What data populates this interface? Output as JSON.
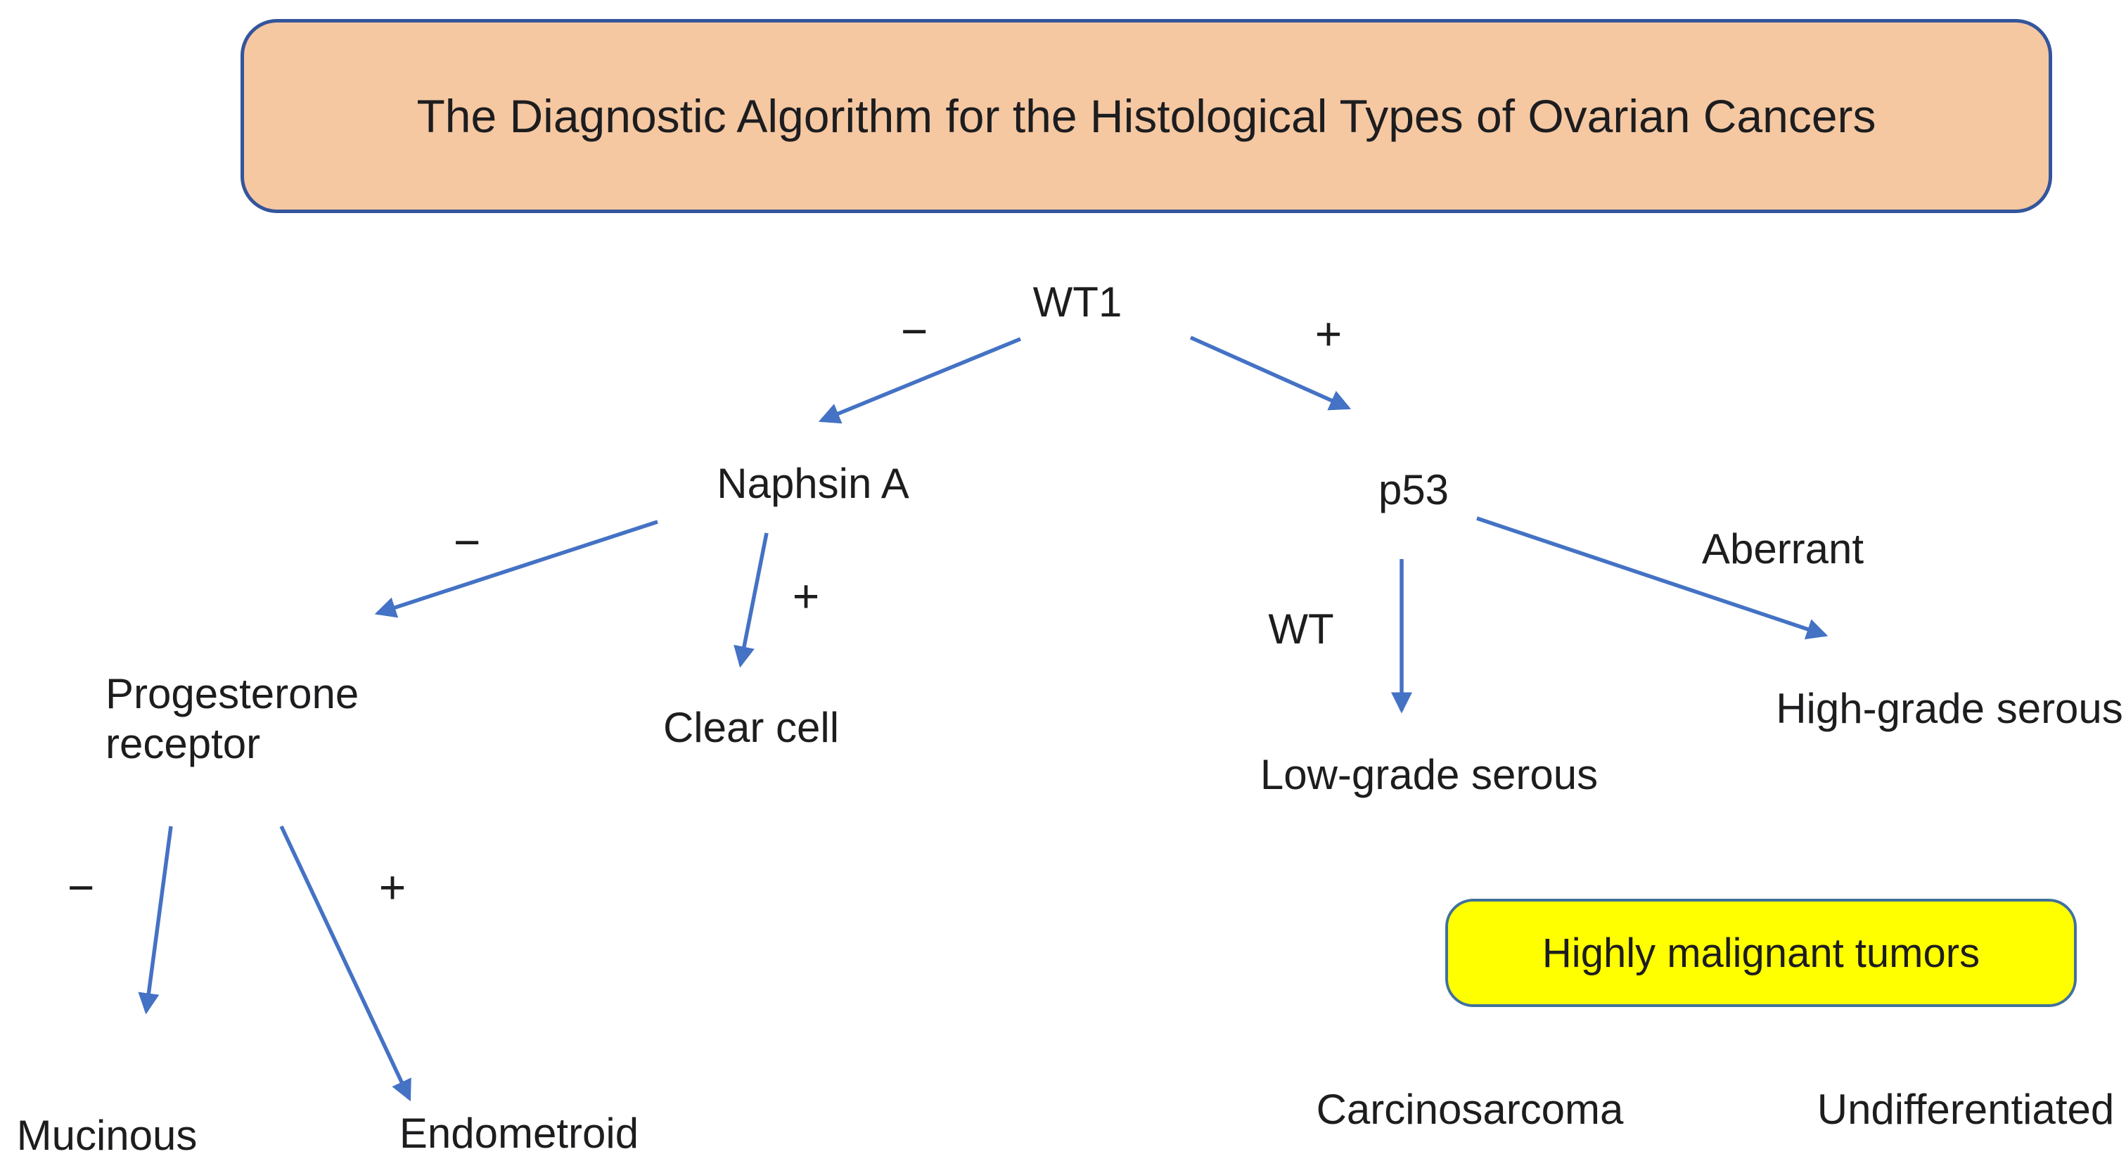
{
  "title_box": {
    "label": "The Diagnostic Algorithm for the Histological Types of Ovarian Cancers"
  },
  "nodes": {
    "wt1": {
      "label": "WT1"
    },
    "naphsin_a": {
      "label": "Naphsin A"
    },
    "p53": {
      "label": "p53"
    },
    "progesterone_receptor": {
      "line1": "Progesterone",
      "line2": "receptor"
    },
    "clear_cell": {
      "label": "Clear cell"
    },
    "mucinous": {
      "label": "Mucinous"
    },
    "endometroid": {
      "label": "Endometroid"
    },
    "low_grade_serous": {
      "label": "Low-grade serous"
    },
    "high_grade_serous": {
      "label": "High-grade serous"
    },
    "carcinosarcoma": {
      "label": "Carcinosarcoma"
    },
    "undifferentiated": {
      "label": "Undifferentiated"
    }
  },
  "edge_labels": {
    "wt1_negative": "−",
    "wt1_positive": "+",
    "naphsin_negative": "−",
    "naphsin_positive": "+",
    "pr_negative": "−",
    "pr_positive": "+",
    "p53_wt": "WT",
    "p53_aberrant": "Aberrant"
  },
  "highlight_box": {
    "label": "Highly malignant tumors"
  },
  "edges": [
    {
      "from": "WT1",
      "to": "Naphsin A",
      "condition": "−"
    },
    {
      "from": "WT1",
      "to": "p53",
      "condition": "+"
    },
    {
      "from": "Naphsin A",
      "to": "Progesterone receptor",
      "condition": "−"
    },
    {
      "from": "Naphsin A",
      "to": "Clear cell",
      "condition": "+"
    },
    {
      "from": "Progesterone receptor",
      "to": "Mucinous",
      "condition": "−"
    },
    {
      "from": "Progesterone receptor",
      "to": "Endometroid",
      "condition": "+"
    },
    {
      "from": "p53",
      "to": "Low-grade serous",
      "condition": "WT"
    },
    {
      "from": "p53",
      "to": "High-grade serous",
      "condition": "Aberrant"
    }
  ],
  "colors": {
    "arrow": "#4472C4",
    "title_fill": "#F5C8A2",
    "title_border": "#34559B",
    "highlight_fill": "#FFFF00",
    "highlight_border": "#41719C",
    "text": "#1D1D1F"
  }
}
